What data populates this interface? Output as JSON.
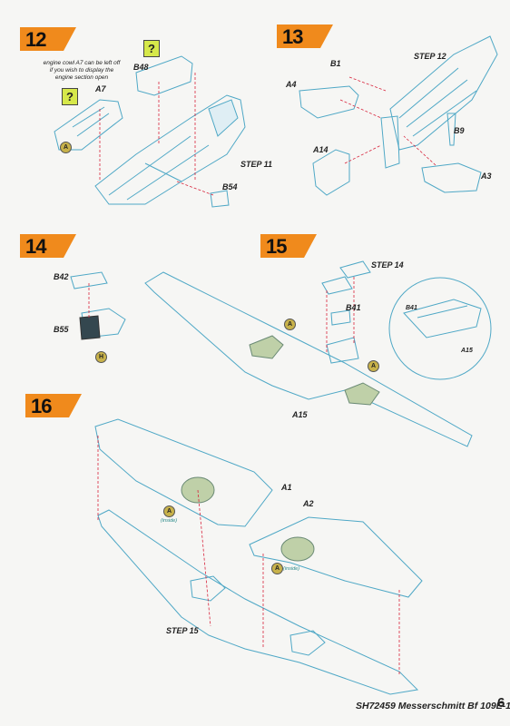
{
  "steps": {
    "s12": {
      "number": "12",
      "note": "engine cowl A7 can be left off if you wish to display the engine section open",
      "ref_step": "STEP 11",
      "parts": {
        "a7": "A7",
        "b48": "B48",
        "b54": "B54"
      },
      "paint": "A",
      "question_mark": "?"
    },
    "s13": {
      "number": "13",
      "ref_step": "STEP 12",
      "parts": {
        "b1": "B1",
        "a4": "A4",
        "a14": "A14",
        "b9": "B9",
        "a3": "A3"
      }
    },
    "s14": {
      "number": "14",
      "parts": {
        "b42": "B42",
        "b55": "B55"
      },
      "paint": "H"
    },
    "s15": {
      "number": "15",
      "ref_step": "STEP 14",
      "parts": {
        "b41": "B41",
        "a15": "A15",
        "b41_detail": "B41",
        "a15_detail": "A15"
      },
      "paint": "A"
    },
    "s16": {
      "number": "16",
      "ref_step": "STEP 15",
      "parts": {
        "a1": "A1",
        "a2": "A2"
      },
      "paint": "A",
      "inside": "(inside)"
    }
  },
  "footer": {
    "title": "SH72459 Messerschmitt Bf 109E-1",
    "page": "6"
  },
  "colors": {
    "badge": "#f08a1c",
    "outline": "#4fa8c6",
    "interior_green": "#a9c08a",
    "guide_red": "#d8243c"
  }
}
